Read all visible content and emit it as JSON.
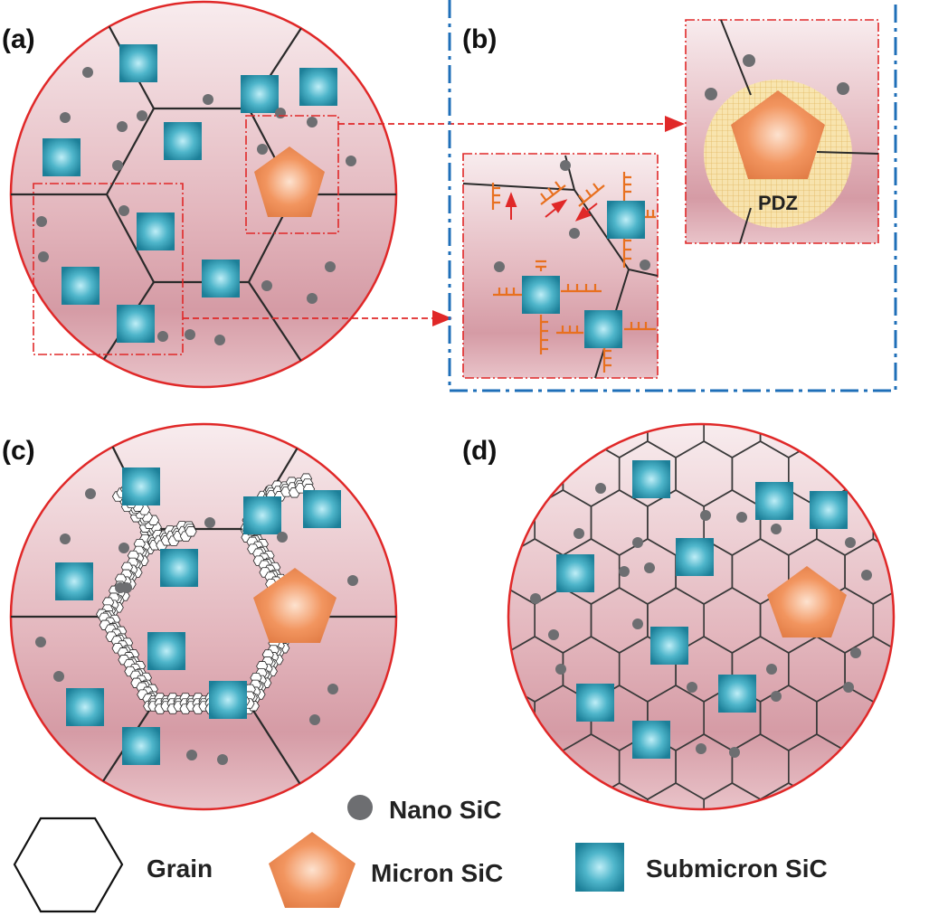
{
  "panels": {
    "a": {
      "label": "(a)"
    },
    "b": {
      "label": "(b)",
      "zone_label": "PDZ"
    },
    "c": {
      "label": "(c)"
    },
    "d": {
      "label": "(d)"
    }
  },
  "legend": {
    "nano": "Nano SiC",
    "grain": "Grain",
    "micron": "Micron SiC",
    "submicron": "Submicron SiC"
  },
  "colors": {
    "matrix_light": "#f6e6e9",
    "matrix_dark": "#d9a3ac",
    "border_red": "#e02828",
    "nano": "#6d6e71",
    "micron": "#ee8a55",
    "submicron": "#2f9bb5",
    "dislocation": "#e8701f",
    "frame_blue": "#1f6fb8",
    "pdz": "#f7df98"
  }
}
